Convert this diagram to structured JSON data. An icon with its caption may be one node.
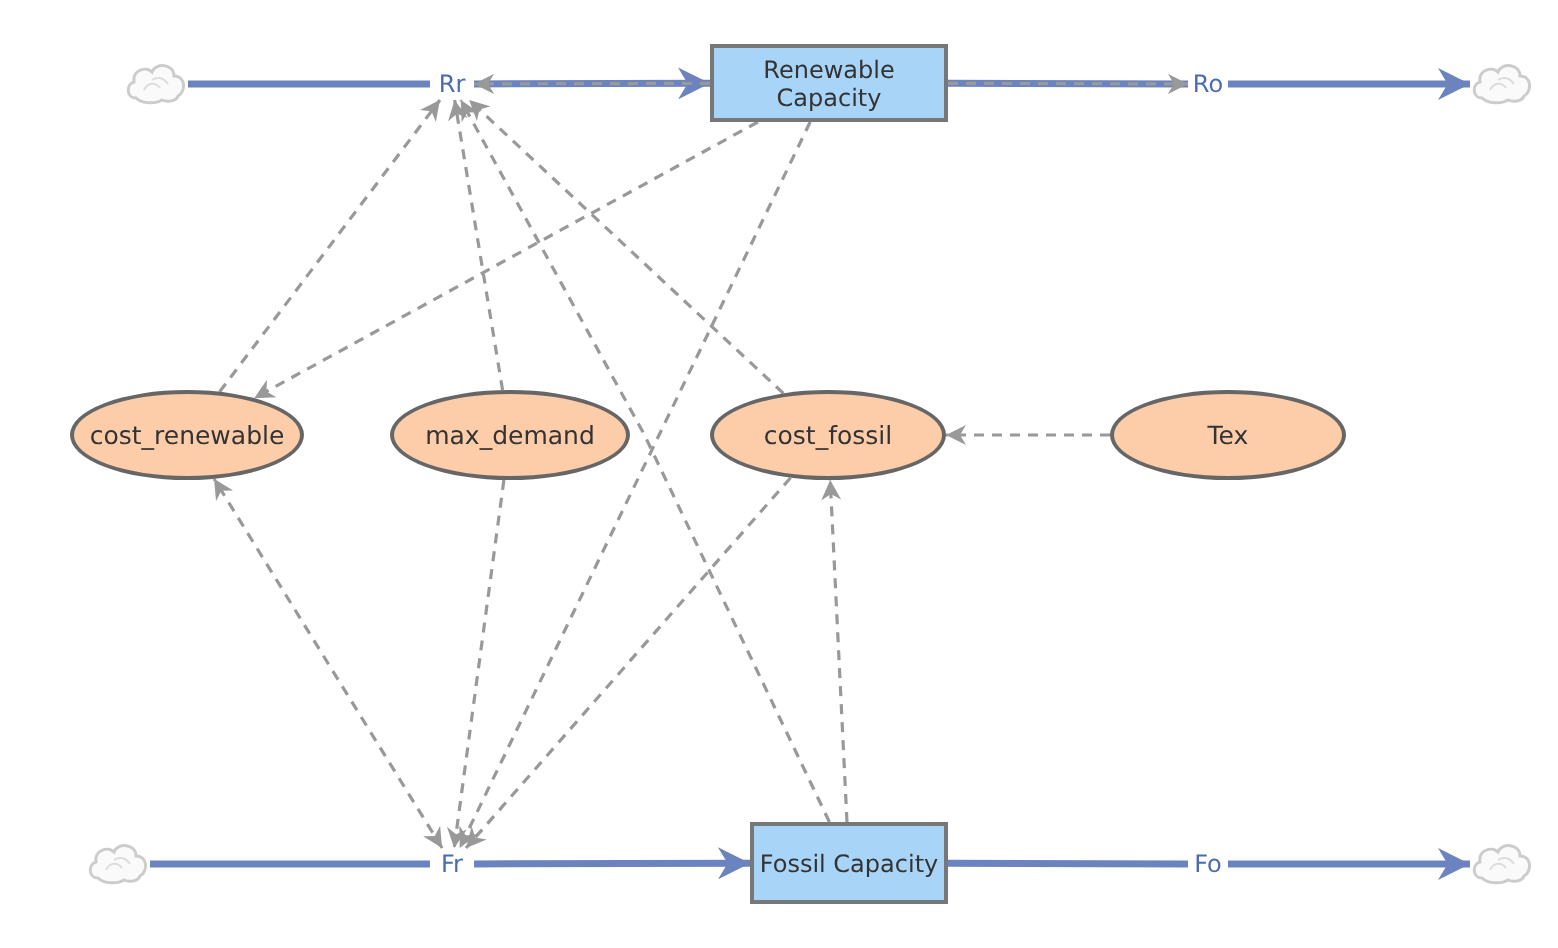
{
  "diagram": {
    "nodes": [
      {
        "text": [],
        "shape": "cloud"
      },
      {
        "text": [
          "Rr"
        ]
      },
      {
        "text": [
          "Renewable Capacity"
        ]
      },
      {
        "text": [
          "Ro"
        ]
      },
      {
        "text": [],
        "shape": "cloud"
      },
      {
        "text": [
          "cost_renewable"
        ]
      },
      {
        "text": [
          "max_demand"
        ]
      },
      {
        "text": [
          "cost_fossil"
        ]
      },
      {
        "text": [
          "Tex"
        ]
      },
      {
        "text": [],
        "shape": "cloud"
      },
      {
        "text": [
          "Fr"
        ]
      },
      {
        "text": [
          "Fossil Capacity"
        ]
      },
      {
        "text": [
          "Fo"
        ]
      },
      {
        "text": [],
        "shape": "cloud"
      }
    ],
    "edges": [
      {
        "from": 0,
        "to": 1,
        "arrow": "none",
        "style": "thick",
        "color": "#6b84c0"
      },
      {
        "from": 1,
        "to": 2,
        "arrow": "to",
        "style": "thick",
        "color": "#6b84c0"
      },
      {
        "from": 2,
        "to": 3,
        "arrow": "none",
        "style": "thick",
        "color": "#6b84c0"
      },
      {
        "from": 3,
        "to": 4,
        "arrow": "to",
        "style": "thick",
        "color": "#6b84c0"
      },
      {
        "from": 9,
        "to": 10,
        "arrow": "none",
        "style": "thick",
        "color": "#6b84c0"
      },
      {
        "from": 10,
        "to": 11,
        "arrow": "to",
        "style": "thick",
        "color": "#6b84c0"
      },
      {
        "from": 11,
        "to": 12,
        "arrow": "none",
        "style": "thick",
        "color": "#6b84c0"
      },
      {
        "from": 12,
        "to": 13,
        "arrow": "to",
        "style": "thick",
        "color": "#6b84c0"
      },
      {
        "from": 5,
        "to": 1,
        "arrow": "to",
        "style": "dashed"
      },
      {
        "from": 6,
        "to": 1,
        "arrow": "to",
        "style": "dashed"
      },
      {
        "from": 7,
        "to": 1,
        "arrow": "to",
        "style": "dashed"
      },
      {
        "from": 11,
        "to": 1,
        "arrow": "to",
        "style": "dashed"
      },
      {
        "from": 2,
        "to": 1,
        "arrow": "to",
        "style": "dashed"
      },
      {
        "from": 2,
        "to": 5,
        "arrow": "to",
        "style": "dashed"
      },
      {
        "from": 2,
        "to": 10,
        "arrow": "to",
        "style": "dashed"
      },
      {
        "from": 2,
        "to": 3,
        "arrow": "to",
        "style": "dashed"
      },
      {
        "from": 10,
        "to": 5,
        "arrow": "both",
        "style": "dashed"
      },
      {
        "from": 6,
        "to": 10,
        "arrow": "to",
        "style": "dashed"
      },
      {
        "from": 7,
        "to": 10,
        "arrow": "to",
        "style": "dashed"
      },
      {
        "from": 11,
        "to": 7,
        "arrow": "to",
        "style": "dashed"
      },
      {
        "from": 8,
        "to": 7,
        "arrow": "to",
        "style": "dashed"
      }
    ]
  }
}
